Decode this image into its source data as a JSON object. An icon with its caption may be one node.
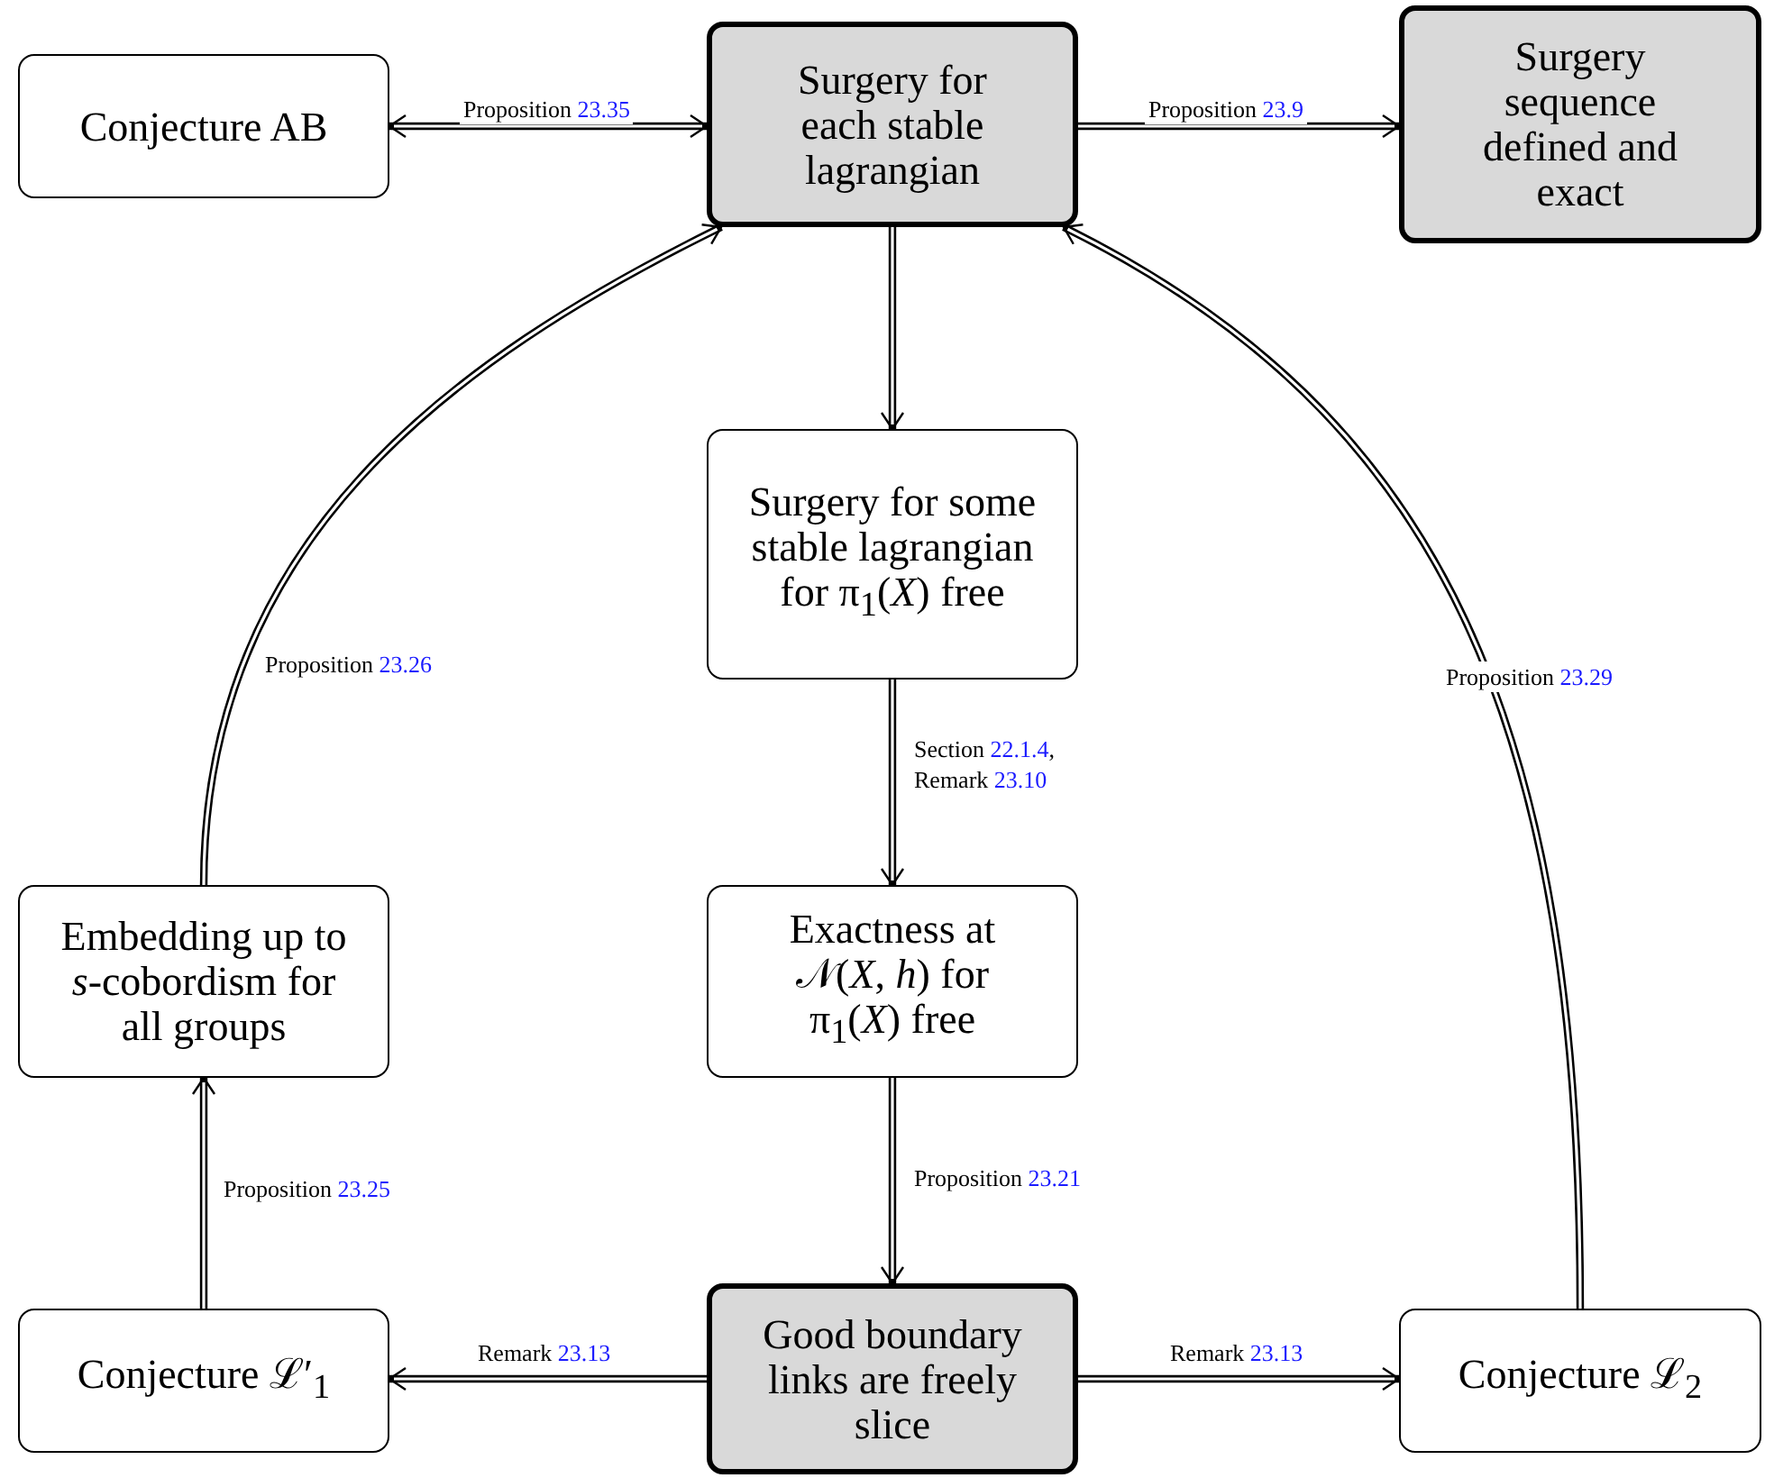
{
  "diagram": {
    "nodes": [
      {
        "text": [
          "Conjecture AB"
        ]
      },
      {
        "text": [
          "Surgery for each stable lagrangian"
        ]
      },
      {
        "text": [
          "Surgery sequence defined and exact"
        ]
      },
      {
        "text": [
          "Surgery for some stable lagrangian for π$_{1}$(*X*) free"
        ]
      },
      {
        "text": [
          "Exactness at 𝒩(*X*, *h*) for π$_{1}$(*X*) free"
        ]
      },
      {
        "text": [
          "Embedding up to *s*-cobordism for all groups"
        ]
      },
      {
        "text": [
          "Good boundary links are freely slice"
        ]
      },
      {
        "text": [
          "Conjecture ℒ′$_{1}$"
        ]
      },
      {
        "text": [
          "Conjecture ℒ$_{2}$"
        ]
      }
    ],
    "edges": [
      {
        "from": 0,
        "to": 1,
        "arrow": "both",
        "label": "Proposition 23.35"
      },
      {
        "from": 1,
        "to": 2,
        "arrow": "to",
        "label": "Proposition 23.9"
      },
      {
        "from": 1,
        "to": 3,
        "arrow": "to"
      },
      {
        "from": 3,
        "to": 4,
        "arrow": "to",
        "label": "Section 22.1.4, Remark 23.10"
      },
      {
        "from": 4,
        "to": 6,
        "arrow": "to",
        "label": "Proposition 23.21"
      },
      {
        "from": 6,
        "to": 7,
        "arrow": "to",
        "label": "Remark 23.13"
      },
      {
        "from": 6,
        "to": 8,
        "arrow": "to",
        "label": "Remark 23.13"
      },
      {
        "from": 7,
        "to": 5,
        "arrow": "to",
        "label": "Proposition 23.25"
      },
      {
        "from": 5,
        "to": 1,
        "arrow": "to",
        "label": "Proposition 23.26"
      },
      {
        "from": 8,
        "to": 1,
        "arrow": "to",
        "label": "Proposition 23.29"
      }
    ]
  }
}
